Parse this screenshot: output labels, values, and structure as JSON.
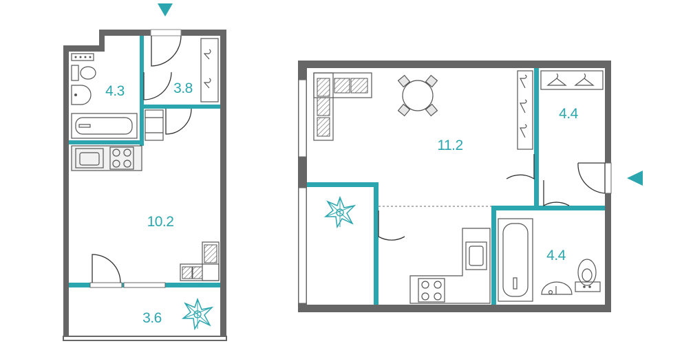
{
  "colors": {
    "wall": "#666666",
    "accent": "#2ba6ae",
    "furniture": "#555555"
  },
  "plans": [
    {
      "name": "plan-left",
      "rooms": [
        {
          "id": "bathroom",
          "area": "4.3"
        },
        {
          "id": "hall",
          "area": "3.8"
        },
        {
          "id": "living",
          "area": "10.2"
        },
        {
          "id": "balcony",
          "area": "3.6"
        }
      ],
      "entrance_marker": "triangle-down-icon"
    },
    {
      "name": "plan-right",
      "rooms": [
        {
          "id": "living",
          "area": "11.2"
        },
        {
          "id": "hall",
          "area": "4.4"
        },
        {
          "id": "bathroom",
          "area": "4.4"
        }
      ],
      "entrance_marker": "triangle-left-icon"
    }
  ]
}
